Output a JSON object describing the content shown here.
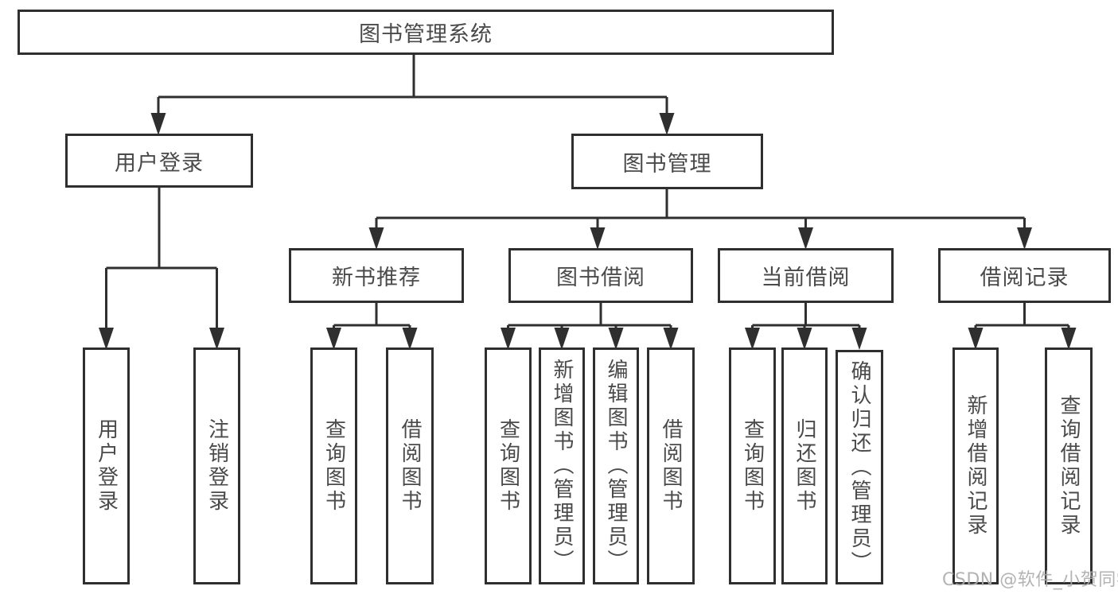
{
  "colors": {
    "line": "#2f2f2f",
    "box_border": "#2f2f2f",
    "text": "#4a4a4a",
    "background": "#ffffff",
    "watermark": "#ababab"
  },
  "tree": {
    "label": "图书管理系统",
    "children": [
      {
        "label": "用户登录",
        "children": [
          {
            "label": "用户登录"
          },
          {
            "label": "注销登录"
          }
        ]
      },
      {
        "label": "图书管理",
        "children": [
          {
            "label": "新书推荐",
            "children": [
              {
                "label": "查询图书"
              },
              {
                "label": "借阅图书"
              }
            ]
          },
          {
            "label": "图书借阅",
            "children": [
              {
                "label": "查询图书"
              },
              {
                "label": "新增图书（管理员）"
              },
              {
                "label": "编辑图书（管理员）"
              },
              {
                "label": "借阅图书"
              }
            ]
          },
          {
            "label": "当前借阅",
            "children": [
              {
                "label": "查询图书"
              },
              {
                "label": "归还图书"
              },
              {
                "label": "确认归还（管理员）"
              }
            ]
          },
          {
            "label": "借阅记录",
            "children": [
              {
                "label": "新增借阅记录"
              },
              {
                "label": "查询借阅记录"
              }
            ]
          }
        ]
      }
    ]
  },
  "watermark": {
    "text": "CSDN @软件_小贺同学"
  }
}
